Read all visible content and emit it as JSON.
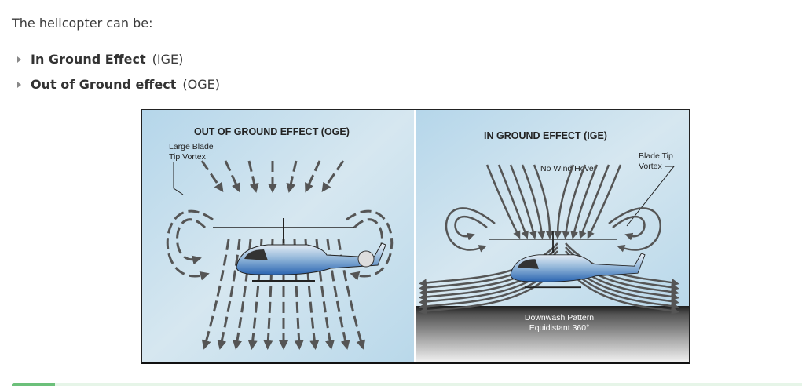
{
  "intro": "The helicopter can be:",
  "items": [
    {
      "bold": "In Ground Effect",
      "rest": " (IGE)"
    },
    {
      "bold": "Out of Ground effect",
      "rest": " (OGE)"
    }
  ],
  "figure": {
    "oge": {
      "title": "OUT OF GROUND EFFECT (OGE)",
      "label1": "Large Blade",
      "label2": "Tip Vortex"
    },
    "ige": {
      "title": "IN GROUND EFFECT (IGE)",
      "hover": "No Wind Hover",
      "tip1": "Blade Tip",
      "tip2": "Vortex",
      "ground1": "Downwash Pattern",
      "ground2": "Equidistant 360°"
    }
  },
  "colors": {
    "sky": "#c9e0ee",
    "arrow": "#555555",
    "accent": "#6cc07a"
  }
}
